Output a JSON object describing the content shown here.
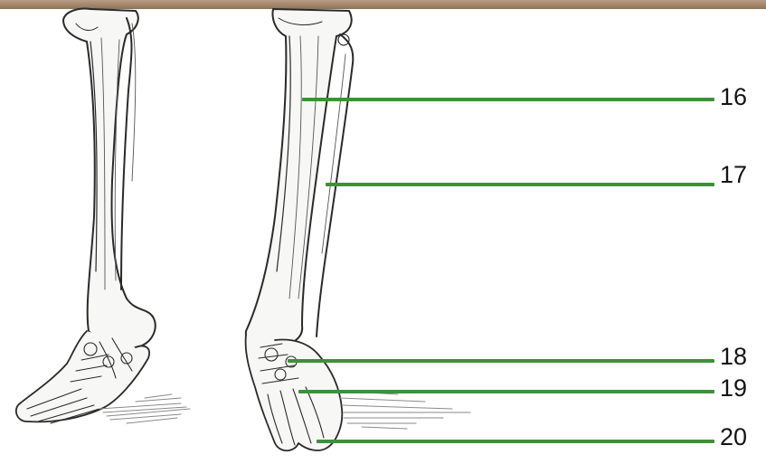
{
  "colors": {
    "callout_line": "#3f8f3a",
    "label_text": "#141414",
    "top_bar": "#a0846a",
    "bone_outline": "#2a2a2a",
    "shadow": "#8a8a8a"
  },
  "callouts": [
    {
      "label": "16"
    },
    {
      "label": "17"
    },
    {
      "label": "18"
    },
    {
      "label": "19"
    },
    {
      "label": "20"
    }
  ]
}
